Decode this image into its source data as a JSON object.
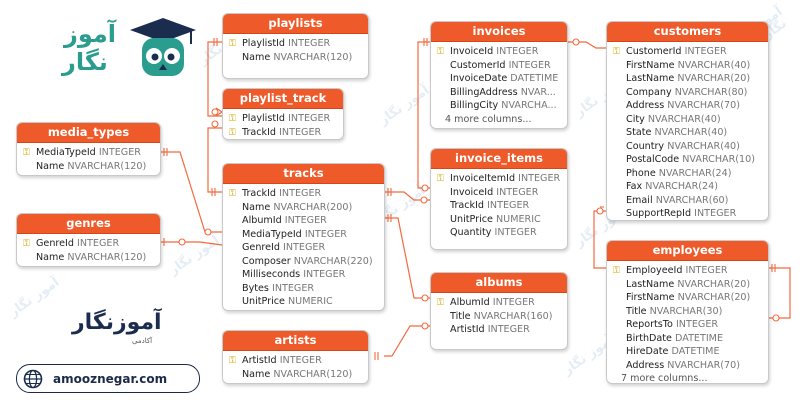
{
  "brand": {
    "logo_line1": "آموز",
    "logo_line2": "نگار",
    "wordmark": "آموزنگار",
    "wordmark_sub": "آکادمی",
    "website": "amooznegar.com",
    "watermark": "آموز نگار",
    "logo_icon": "graduation-cap-owl-logo",
    "globe_icon": "globe-icon"
  },
  "colors": {
    "header": "#ee5a2a",
    "line": "#f26a3e",
    "brand_teal": "#2a9d8f",
    "brand_navy": "#1b2d4f"
  },
  "tables": {
    "playlists": {
      "title": "playlists",
      "rows": [
        {
          "key": true,
          "name": "PlaylistId",
          "type": "INTEGER"
        },
        {
          "key": false,
          "name": "Name",
          "type": "NVARCHAR(120)"
        }
      ]
    },
    "playlist_track": {
      "title": "playlist_track",
      "rows": [
        {
          "key": true,
          "name": "PlaylistId",
          "type": "INTEGER"
        },
        {
          "key": true,
          "name": "TrackId",
          "type": "INTEGER"
        }
      ]
    },
    "media_types": {
      "title": "media_types",
      "rows": [
        {
          "key": true,
          "name": "MediaTypeId",
          "type": "INTEGER"
        },
        {
          "key": false,
          "name": "Name",
          "type": "NVARCHAR(120)"
        }
      ]
    },
    "genres": {
      "title": "genres",
      "rows": [
        {
          "key": true,
          "name": "GenreId",
          "type": "INTEGER"
        },
        {
          "key": false,
          "name": "Name",
          "type": "NVARCHAR(120)"
        }
      ]
    },
    "tracks": {
      "title": "tracks",
      "rows": [
        {
          "key": true,
          "name": "TrackId",
          "type": "INTEGER"
        },
        {
          "key": false,
          "name": "Name",
          "type": "NVARCHAR(200)"
        },
        {
          "key": false,
          "name": "AlbumId",
          "type": "INTEGER"
        },
        {
          "key": false,
          "name": "MediaTypeId",
          "type": "INTEGER"
        },
        {
          "key": false,
          "name": "GenreId",
          "type": "INTEGER"
        },
        {
          "key": false,
          "name": "Composer",
          "type": "NVARCHAR(220)"
        },
        {
          "key": false,
          "name": "Milliseconds",
          "type": "INTEGER"
        },
        {
          "key": false,
          "name": "Bytes",
          "type": "INTEGER"
        },
        {
          "key": false,
          "name": "UnitPrice",
          "type": "NUMERIC"
        }
      ]
    },
    "artists": {
      "title": "artists",
      "rows": [
        {
          "key": true,
          "name": "ArtistId",
          "type": "INTEGER"
        },
        {
          "key": false,
          "name": "Name",
          "type": "NVARCHAR(120)"
        }
      ]
    },
    "invoices": {
      "title": "invoices",
      "rows": [
        {
          "key": true,
          "name": "InvoiceId",
          "type": "INTEGER"
        },
        {
          "key": false,
          "name": "CustomerId",
          "type": "INTEGER"
        },
        {
          "key": false,
          "name": "InvoiceDate",
          "type": "DATETIME"
        },
        {
          "key": false,
          "name": "BillingAddress",
          "type": "NVAR..."
        },
        {
          "key": false,
          "name": "BillingCity",
          "type": "NVARCHA..."
        }
      ],
      "more": "4 more columns..."
    },
    "invoice_items": {
      "title": "invoice_items",
      "rows": [
        {
          "key": true,
          "name": "InvoiceItemId",
          "type": "INTEGER"
        },
        {
          "key": false,
          "name": "InvoiceId",
          "type": "INTEGER"
        },
        {
          "key": false,
          "name": "TrackId",
          "type": "INTEGER"
        },
        {
          "key": false,
          "name": "UnitPrice",
          "type": "NUMERIC"
        },
        {
          "key": false,
          "name": "Quantity",
          "type": "INTEGER"
        }
      ]
    },
    "albums": {
      "title": "albums",
      "rows": [
        {
          "key": true,
          "name": "AlbumId",
          "type": "INTEGER"
        },
        {
          "key": false,
          "name": "Title",
          "type": "NVARCHAR(160)"
        },
        {
          "key": false,
          "name": "ArtistId",
          "type": "INTEGER"
        }
      ]
    },
    "customers": {
      "title": "customers",
      "rows": [
        {
          "key": true,
          "name": "CustomerId",
          "type": "INTEGER"
        },
        {
          "key": false,
          "name": "FirstName",
          "type": "NVARCHAR(40)"
        },
        {
          "key": false,
          "name": "LastName",
          "type": "NVARCHAR(20)"
        },
        {
          "key": false,
          "name": "Company",
          "type": "NVARCHAR(80)"
        },
        {
          "key": false,
          "name": "Address",
          "type": "NVARCHAR(70)"
        },
        {
          "key": false,
          "name": "City",
          "type": "NVARCHAR(40)"
        },
        {
          "key": false,
          "name": "State",
          "type": "NVARCHAR(40)"
        },
        {
          "key": false,
          "name": "Country",
          "type": "NVARCHAR(40)"
        },
        {
          "key": false,
          "name": "PostalCode",
          "type": "NVARCHAR(10)"
        },
        {
          "key": false,
          "name": "Phone",
          "type": "NVARCHAR(24)"
        },
        {
          "key": false,
          "name": "Fax",
          "type": "NVARCHAR(24)"
        },
        {
          "key": false,
          "name": "Email",
          "type": "NVARCHAR(60)"
        },
        {
          "key": false,
          "name": "SupportRepId",
          "type": "INTEGER"
        }
      ]
    },
    "employees": {
      "title": "employees",
      "rows": [
        {
          "key": true,
          "name": "EmployeeId",
          "type": "INTEGER"
        },
        {
          "key": false,
          "name": "LastName",
          "type": "NVARCHAR(20)"
        },
        {
          "key": false,
          "name": "FirstName",
          "type": "NVARCHAR(20)"
        },
        {
          "key": false,
          "name": "Title",
          "type": "NVARCHAR(30)"
        },
        {
          "key": false,
          "name": "ReportsTo",
          "type": "INTEGER"
        },
        {
          "key": false,
          "name": "BirthDate",
          "type": "DATETIME"
        },
        {
          "key": false,
          "name": "HireDate",
          "type": "DATETIME"
        },
        {
          "key": false,
          "name": "Address",
          "type": "NVARCHAR(70)"
        }
      ],
      "more": "7 more columns..."
    }
  }
}
